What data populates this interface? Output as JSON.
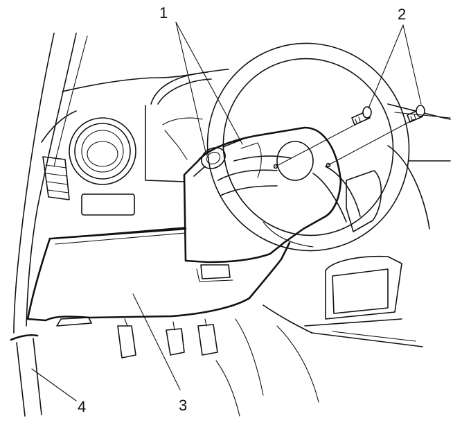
{
  "callouts": [
    {
      "id": "1",
      "text": "1"
    },
    {
      "id": "2",
      "text": "2"
    },
    {
      "id": "3",
      "text": "3"
    },
    {
      "id": "4",
      "text": "4"
    }
  ],
  "colors": {
    "line": "#111111",
    "background": "#ffffff"
  }
}
